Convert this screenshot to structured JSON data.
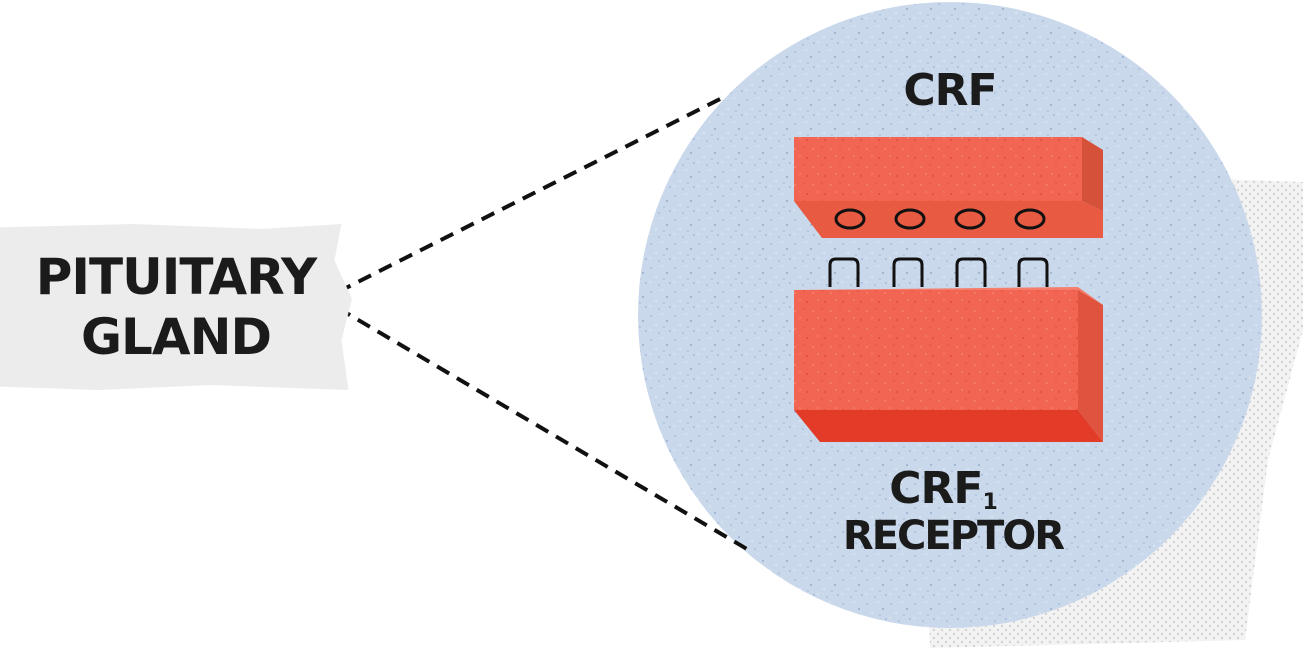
{
  "gland_label": {
    "line1": "PITUITARY",
    "line2": "GLAND"
  },
  "hormone_label": "CRF",
  "receptor_label": {
    "name": "CRF",
    "subscript": "1",
    "word": "RECEPTOR"
  },
  "colors": {
    "background": "#ffffff",
    "circle_fill": "#c9d7ea",
    "circle_texture": "#a9bcd9",
    "block_face": "#f26552",
    "block_top": "#f47d6c",
    "block_side": "#d94f37",
    "block_bottom_edge": "#e23b28",
    "shadow_pattern": "#dadada",
    "text": "#1b1b1b",
    "dashes": "#111111",
    "label_box": "#ececec"
  }
}
